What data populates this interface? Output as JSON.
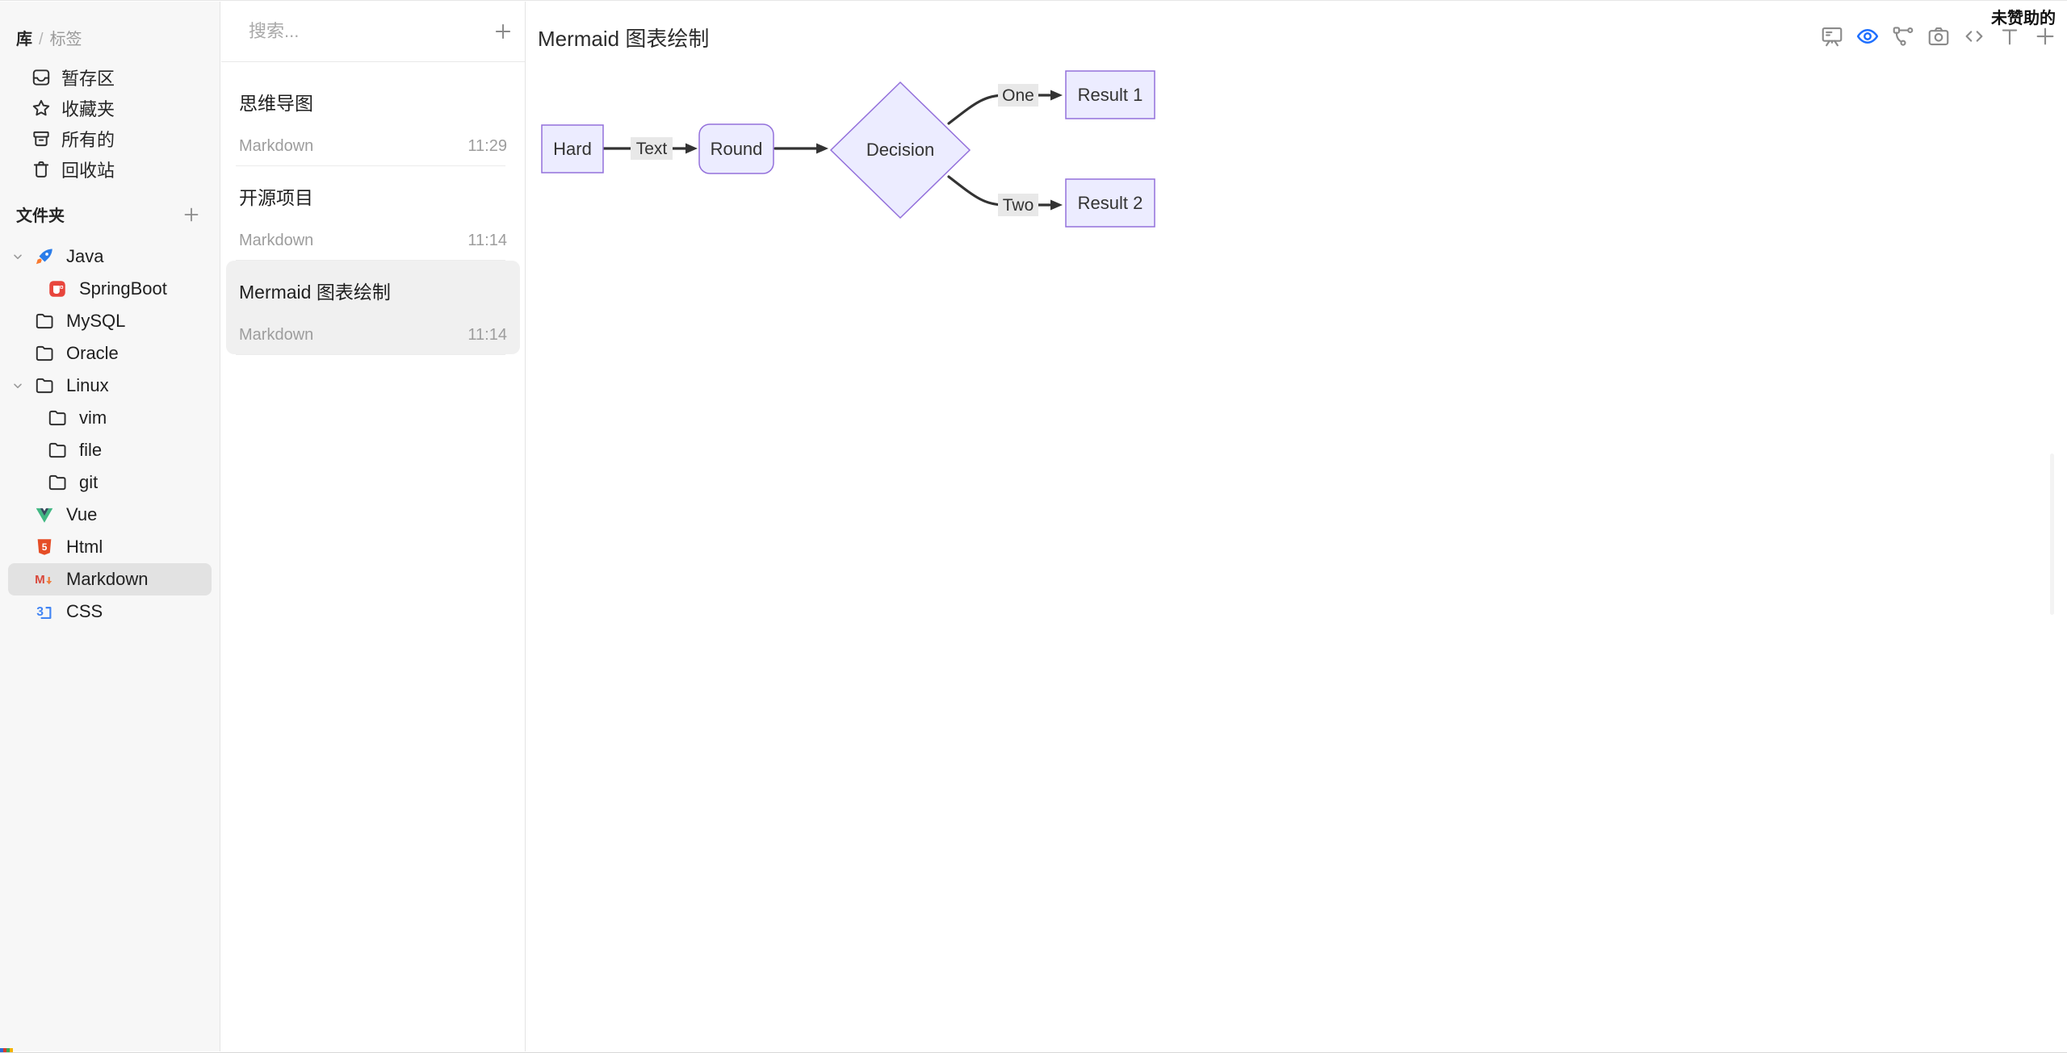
{
  "sidebar": {
    "header": {
      "library": "库",
      "separator": "/",
      "tags": "标签"
    },
    "library_items": [
      {
        "icon": "inbox-icon",
        "label": "暂存区"
      },
      {
        "icon": "star-icon",
        "label": "收藏夹"
      },
      {
        "icon": "archive-icon",
        "label": "所有的"
      },
      {
        "icon": "trash-icon",
        "label": "回收站"
      }
    ],
    "folders_header": "文件夹",
    "folders": [
      {
        "label": "Java",
        "icon": "java-icon",
        "level": 0,
        "expanded": true
      },
      {
        "label": "SpringBoot",
        "icon": "springboot-icon",
        "level": 1,
        "expanded": false
      },
      {
        "label": "MySQL",
        "icon": "folder-icon",
        "level": 0,
        "expanded": false
      },
      {
        "label": "Oracle",
        "icon": "folder-icon",
        "level": 0,
        "expanded": false
      },
      {
        "label": "Linux",
        "icon": "folder-icon",
        "level": 0,
        "expanded": true
      },
      {
        "label": "vim",
        "icon": "folder-icon",
        "level": 1,
        "expanded": false
      },
      {
        "label": "file",
        "icon": "folder-icon",
        "level": 1,
        "expanded": false
      },
      {
        "label": "git",
        "icon": "folder-icon",
        "level": 1,
        "expanded": false
      },
      {
        "label": "Vue",
        "icon": "vue-icon",
        "level": 0,
        "expanded": false
      },
      {
        "label": "Html",
        "icon": "html-icon",
        "level": 0,
        "expanded": false
      },
      {
        "label": "Markdown",
        "icon": "markdown-icon",
        "level": 0,
        "expanded": false,
        "selected": true
      },
      {
        "label": "CSS",
        "icon": "css-icon",
        "level": 0,
        "expanded": false
      }
    ]
  },
  "notes_panel": {
    "search_placeholder": "搜索...",
    "notes": [
      {
        "title": "思维导图",
        "type": "Markdown",
        "time": "11:29",
        "selected": false
      },
      {
        "title": "开源项目",
        "type": "Markdown",
        "time": "11:14",
        "selected": false
      },
      {
        "title": "Mermaid 图表绘制",
        "type": "Markdown",
        "time": "11:14",
        "selected": true
      }
    ]
  },
  "main": {
    "title": "Mermaid 图表绘制",
    "sponsor_label": "未赞助的",
    "toolbar_icons": [
      "presentation-icon",
      "preview-eye-icon",
      "graph-icon",
      "camera-icon",
      "code-icon",
      "typography-icon",
      "add-icon"
    ],
    "active_tool": "preview-eye-icon"
  },
  "flowchart": {
    "type": "mermaid-flowchart",
    "nodes": [
      {
        "id": "A",
        "label": "Hard",
        "shape": "rect"
      },
      {
        "id": "B",
        "label": "Round",
        "shape": "rounded"
      },
      {
        "id": "C",
        "label": "Decision",
        "shape": "diamond"
      },
      {
        "id": "D",
        "label": "Result 1",
        "shape": "rect"
      },
      {
        "id": "E",
        "label": "Result 2",
        "shape": "rect"
      }
    ],
    "edges": [
      {
        "from": "A",
        "to": "B",
        "label": "Text"
      },
      {
        "from": "B",
        "to": "C",
        "label": ""
      },
      {
        "from": "C",
        "to": "D",
        "label": "One"
      },
      {
        "from": "C",
        "to": "E",
        "label": "Two"
      }
    ],
    "style": {
      "node_fill": "#ECECFF",
      "node_border": "#9370DB",
      "edge_color": "#333333",
      "edge_label_bg": "#e8e8e8"
    }
  },
  "colors": {
    "accent_blue": "#1e6fff",
    "sidebar_bg": "#f7f7f7",
    "sidebar_selected": "#e2e2e2",
    "note_selected": "#f0f0f0"
  }
}
